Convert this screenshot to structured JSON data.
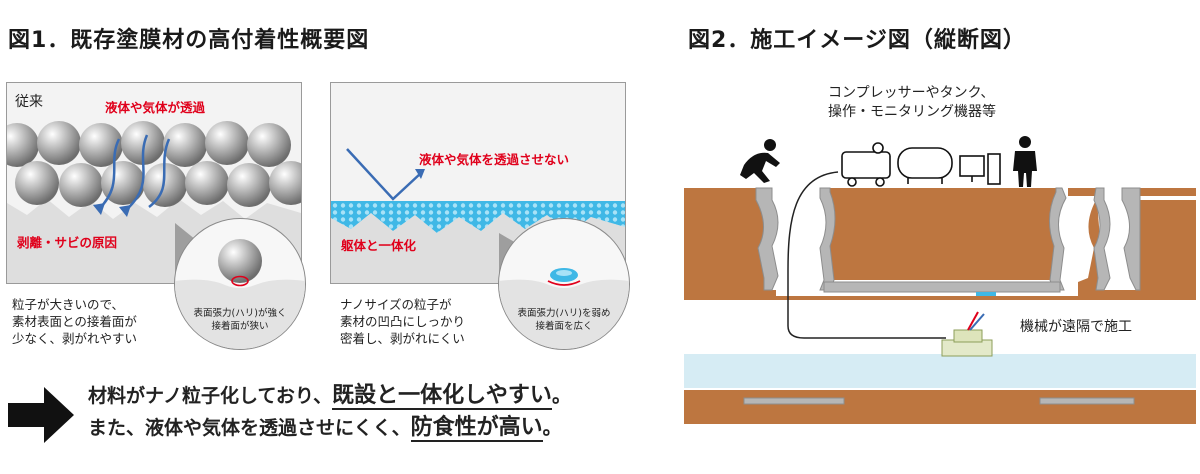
{
  "figure1": {
    "title": "図1．既存塗膜材の高付着性概要図",
    "left_panel": {
      "tag": "従来",
      "permeation_label": "液体や気体が透過",
      "cause_label": "剥離・サビの原因",
      "description": [
        "粒子が大きいので、",
        "素材表面との接着面が",
        "少なく、剥がれやすい"
      ],
      "callout": [
        "表面張力(ハリ)が強く",
        "接着面が狭い"
      ]
    },
    "right_panel": {
      "block_label": "液体や気体を透過させない",
      "unify_label": "躯体と一体化",
      "description": [
        "ナノサイズの粒子が",
        "素材の凹凸にしっかり",
        "密着し、剥がれにくい"
      ],
      "callout": [
        "表面張力(ハリ)を弱め",
        "接着面を広く"
      ]
    },
    "summary": {
      "line1_prefix": "材料がナノ粒子化しており、",
      "line1_emphasis": "既設と一体化しやすい",
      "line1_suffix": "。",
      "line2_prefix": "また、液体や気体を透過させにくく、",
      "line2_emphasis": "防食性が高い",
      "line2_suffix": "。"
    }
  },
  "figure2": {
    "title": "図2．施工イメージ図（縦断図）",
    "equipment_label": [
      "コンプレッサーやタンク、",
      "操作・モニタリング機器等"
    ],
    "remote_label": "機械が遠隔で施工"
  },
  "colors": {
    "soil": "#bd7640",
    "soil_dark": "#8a5129",
    "concrete": "#b6b6b6",
    "water": "#d6ecf4",
    "accent_red": "#e0001b",
    "nano_blue": "#3fb8e6",
    "arrow_blue": "#3a6cb4"
  }
}
